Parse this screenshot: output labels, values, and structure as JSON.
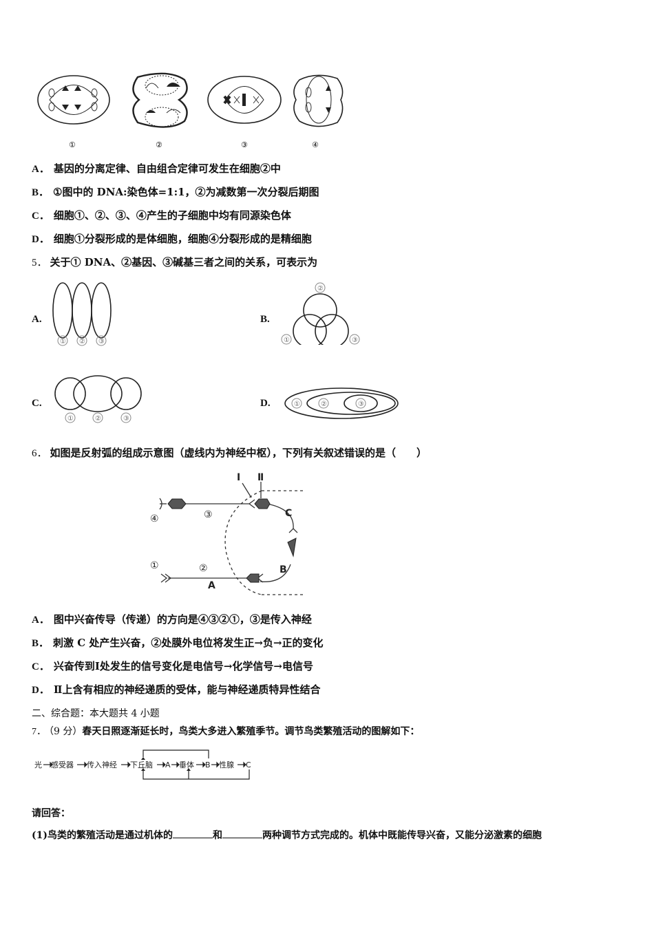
{
  "q4": {
    "cell_labels": [
      "①",
      "②",
      "③",
      "④"
    ],
    "options": [
      {
        "key": "A．",
        "text": "基因的分离定律、自由组合定律可发生在细胞②中"
      },
      {
        "key": "B．",
        "text": "①图中的 DNA:染色体=1:1，②为减数第一次分裂后期图"
      },
      {
        "key": "C．",
        "text": "细胞①、②、③、④产生的子细胞中均有同源染色体"
      },
      {
        "key": "D．",
        "text": "细胞①分裂形成的是体细胞，细胞④分裂形成的是精细胞"
      }
    ]
  },
  "q5": {
    "number": "5．",
    "stem": "关于① DNA、②基因、③碱基三者之间的关系，可表示为",
    "options": [
      {
        "key": "A.",
        "labels": [
          "①",
          "②",
          "③"
        ]
      },
      {
        "key": "B.",
        "labels": [
          "①",
          "②",
          "③"
        ]
      },
      {
        "key": "C.",
        "labels": [
          "①",
          "②",
          "③"
        ]
      },
      {
        "key": "D.",
        "labels": [
          "①",
          "②",
          "③"
        ]
      }
    ]
  },
  "q6": {
    "number": "6．",
    "stem": "如图是反射弧的组成示意图（虚线内为神经中枢），下列有关叙述错误的是（　　）",
    "diagram_labels": {
      "I": "Ⅰ",
      "II": "Ⅱ",
      "n1": "①",
      "n2": "②",
      "n3": "③",
      "n4": "④",
      "A": "A",
      "B": "B",
      "C": "C"
    },
    "options": [
      {
        "key": "A．",
        "text": "图中兴奋传导（传递）的方向是④③②①，③是传入神经"
      },
      {
        "key": "B．",
        "text": "刺激 C 处产生兴奋，②处膜外电位将发生正→负→正的变化"
      },
      {
        "key": "C．",
        "text": "兴奋传到Ⅰ处发生的信号变化是电信号→化学信号→电信号"
      },
      {
        "key": "D．",
        "text": "Ⅱ上含有相应的神经递质的受体，能与神经递质特异性结合"
      }
    ]
  },
  "section2": {
    "title": "二、综合题：本大题共 4 小题"
  },
  "q7": {
    "number": "7．",
    "score": "（9 分）",
    "stem": "春天日照逐渐延长时，鸟类大多进入繁殖季节。调节鸟类繁殖活动的图解如下：",
    "flow": [
      "光",
      "感受器",
      "传入神经",
      "下丘脑",
      "A",
      "垂体",
      "B",
      "性腺",
      "C"
    ],
    "prompt": "请回答：",
    "sub1_prefix": "(1)鸟类的繁殖活动是通过机体的",
    "sub1_mid": "和",
    "sub1_suffix": "两种调节方式完成的。机体中既能传导兴奋，又能分泌激素的细胞"
  }
}
